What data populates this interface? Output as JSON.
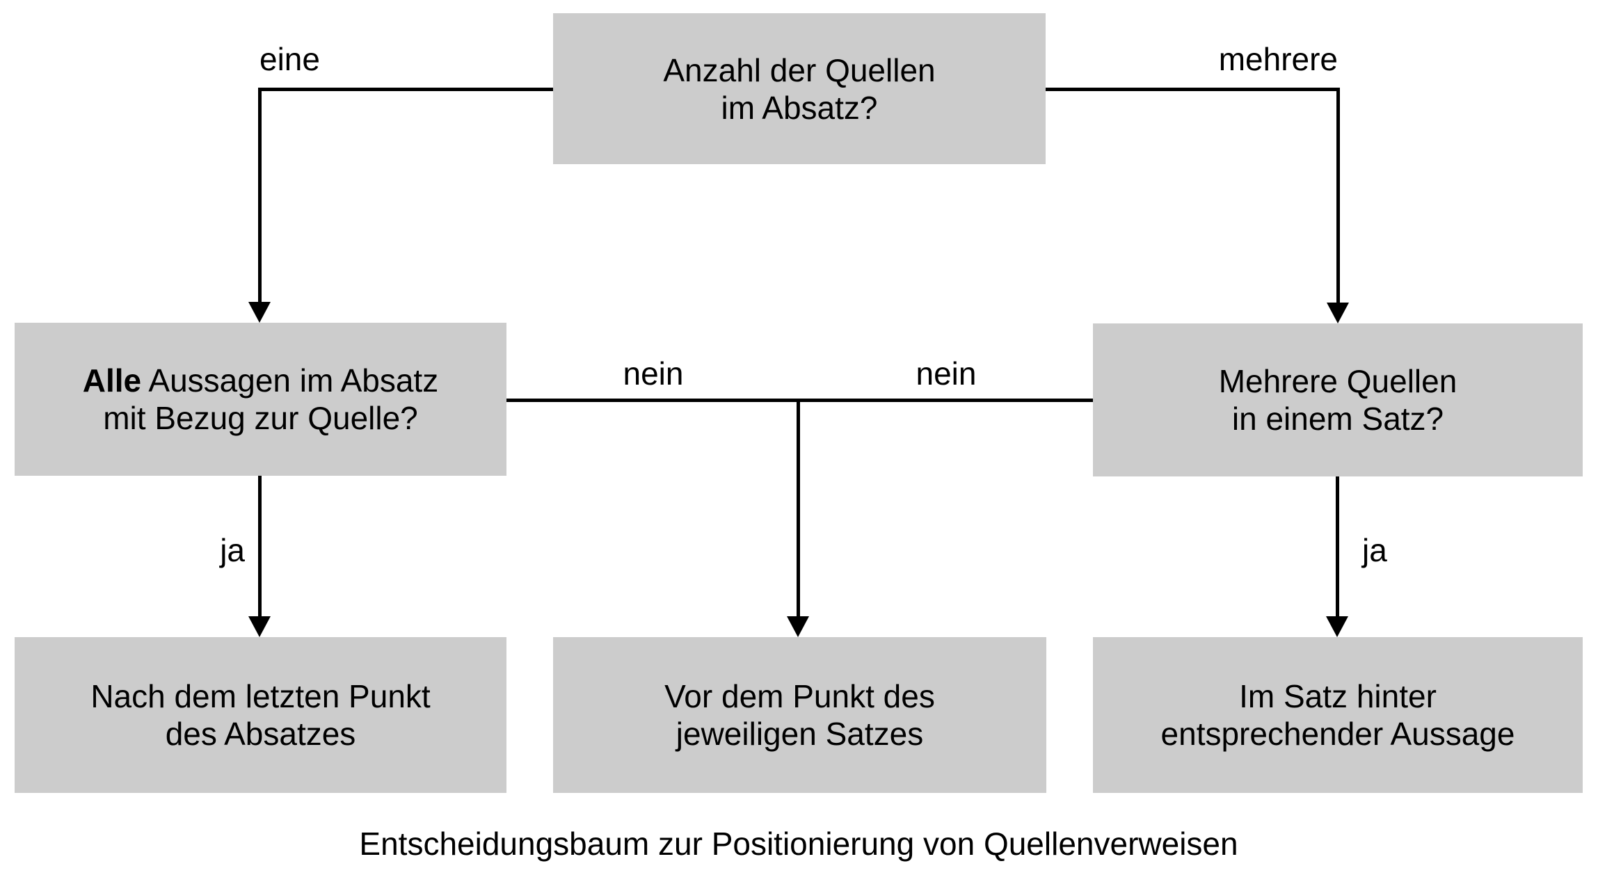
{
  "diagram": {
    "caption": "Entscheidungsbaum zur Positionierung von Quellenverweisen",
    "colors": {
      "node_fill": "#cccccc",
      "line": "#000000",
      "text": "#000000",
      "background": "#ffffff"
    },
    "nodes": {
      "root": {
        "line1": "Anzahl der Quellen",
        "line2": "im Absatz?"
      },
      "left_question": {
        "line1_bold": "Alle",
        "line1_rest": "Aussagen im Absatz",
        "line2": "mit Bezug zur Quelle?"
      },
      "right_question": {
        "line1": "Mehrere Quellen",
        "line2": "in einem Satz?"
      },
      "result_left": {
        "line1": "Nach dem letzten Punkt",
        "line2": "des Absatzes"
      },
      "result_middle": {
        "line1": "Vor dem Punkt des",
        "line2": "jeweiligen Satzes"
      },
      "result_right": {
        "line1": "Im Satz hinter",
        "line2": "entsprechender Aussage"
      }
    },
    "edge_labels": {
      "eine": "eine",
      "mehrere": "mehrere",
      "nein_left": "nein",
      "nein_right": "nein",
      "ja_left": "ja",
      "ja_right": "ja"
    }
  }
}
